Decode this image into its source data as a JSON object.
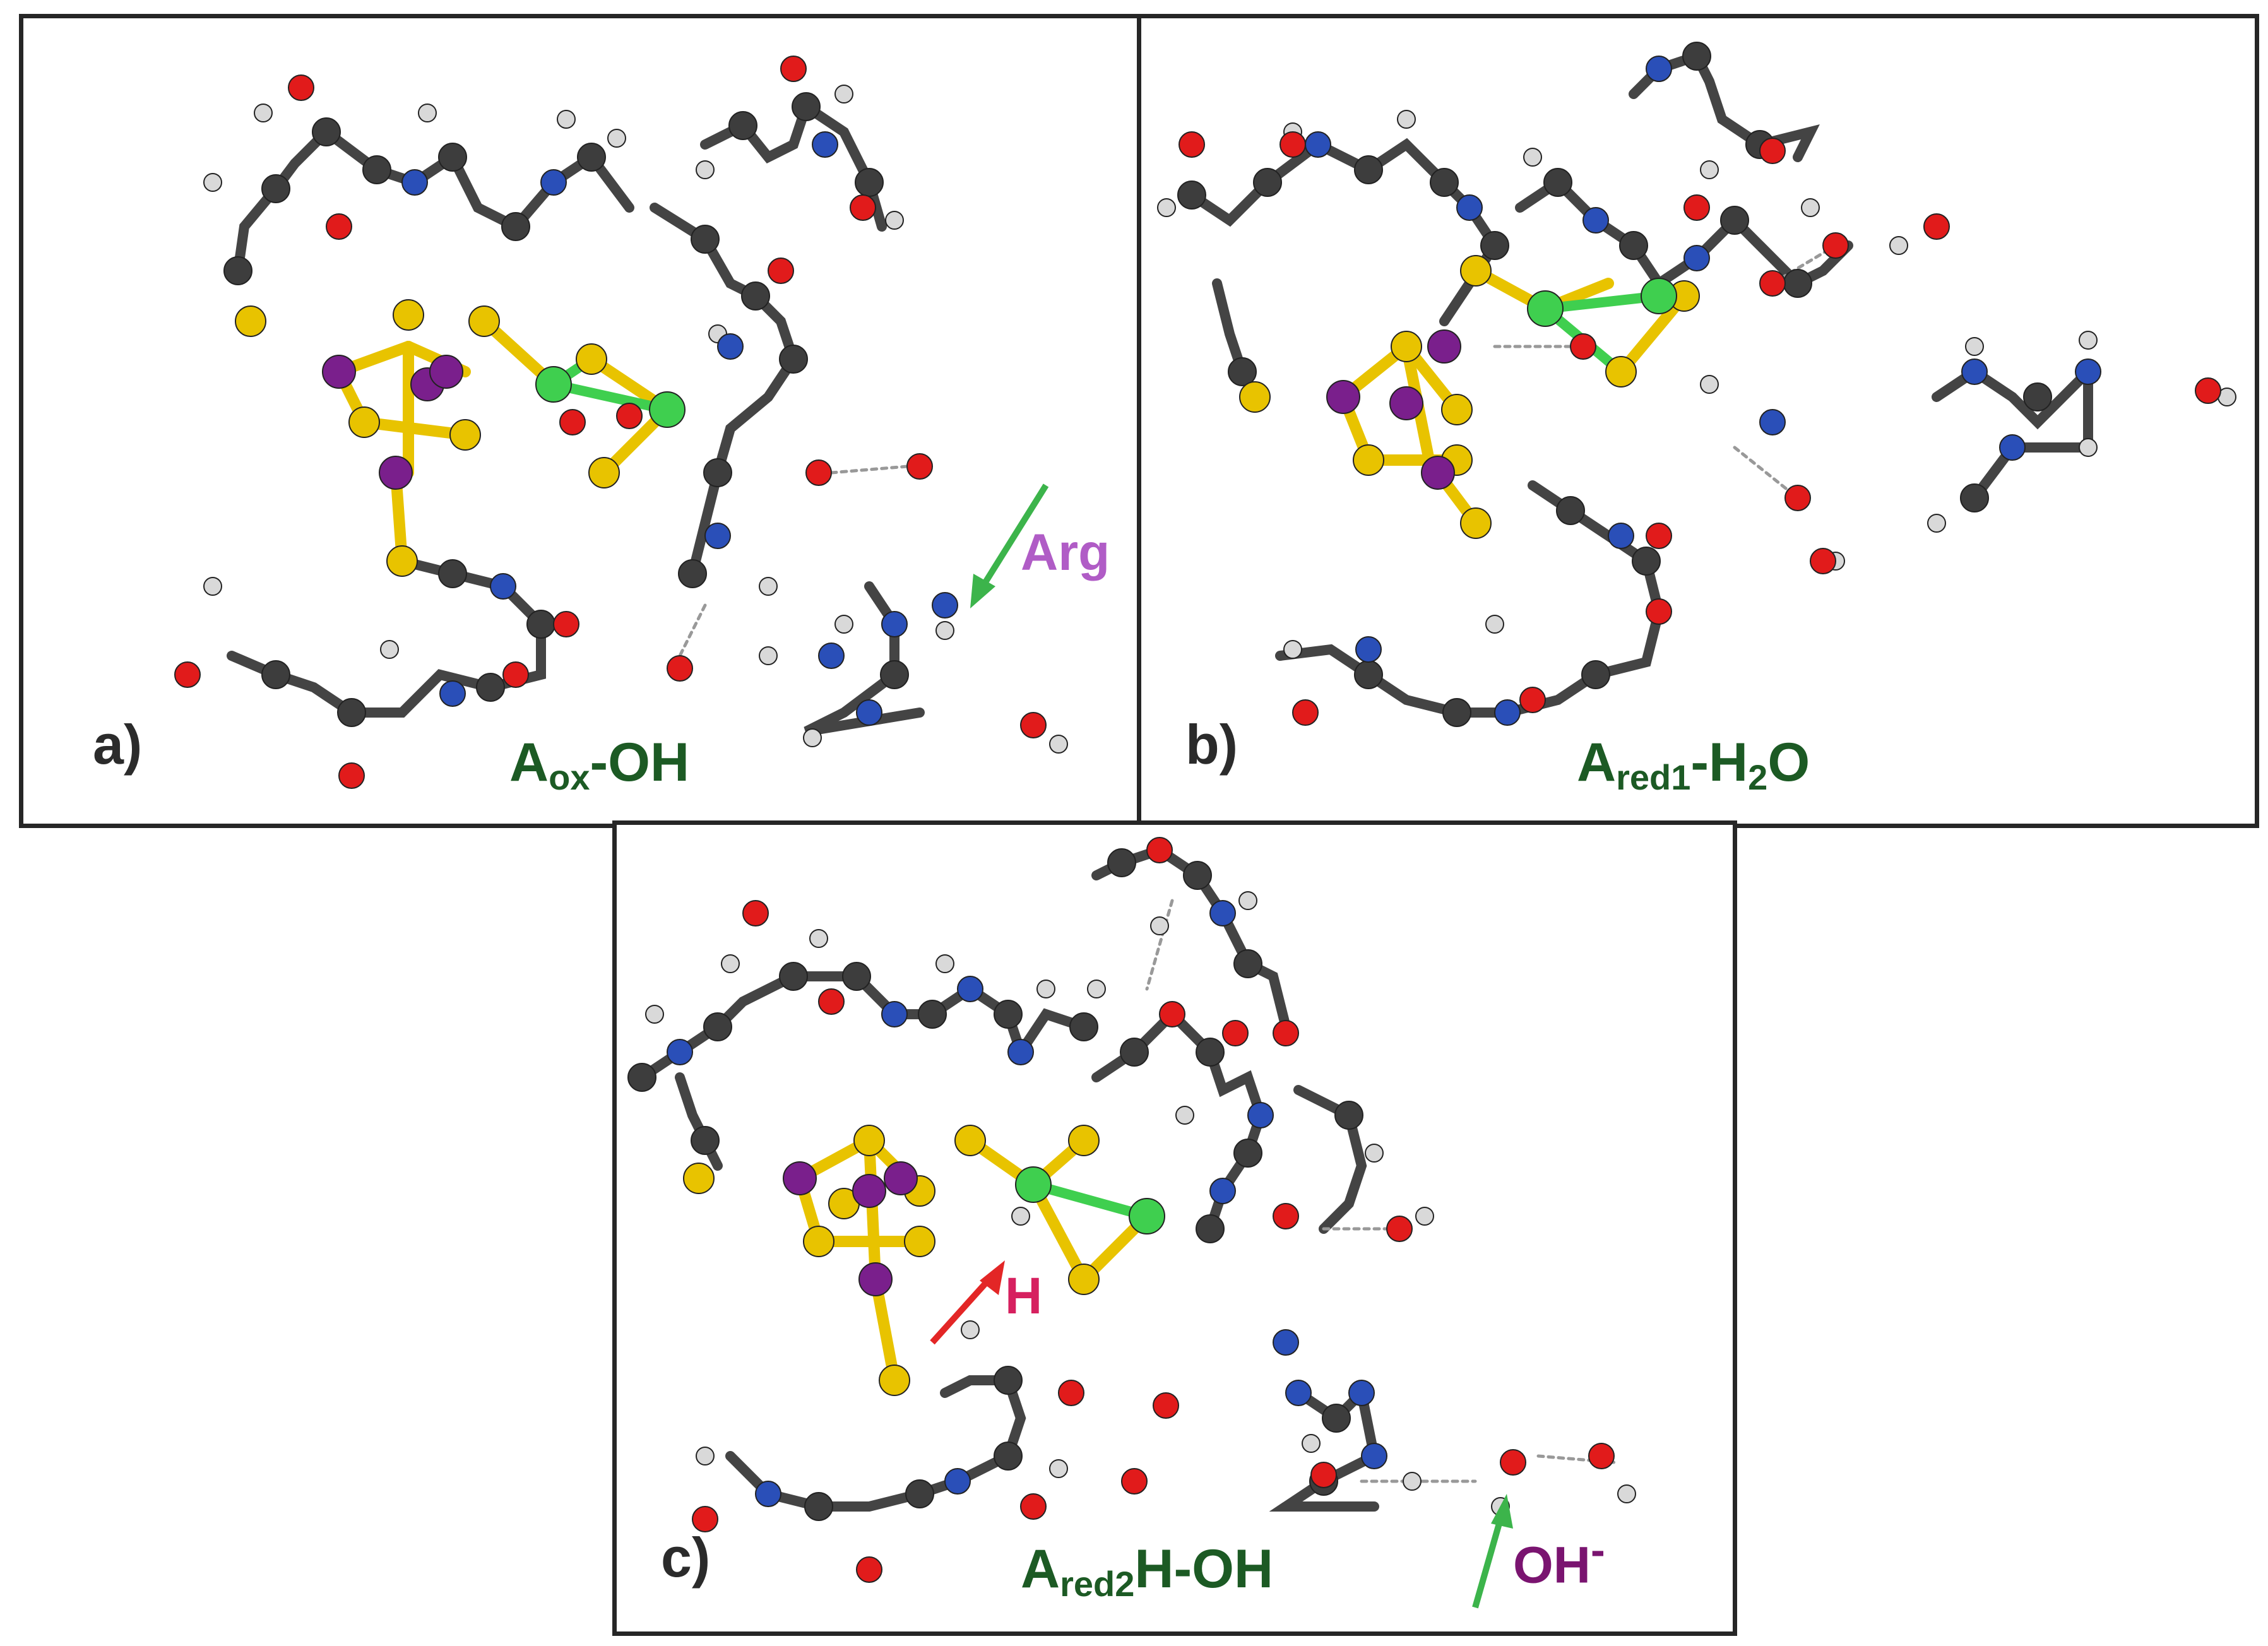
{
  "panels": {
    "a": {
      "label": "a)",
      "title_main": "A",
      "title_sub": "ox",
      "title_rest": "-OH",
      "annotation": "Arg"
    },
    "b": {
      "label": "b)",
      "title_main": "A",
      "title_sub": "red1",
      "title_mid": "-H",
      "title_sub2": "2",
      "title_rest": "O"
    },
    "c": {
      "label": "c)",
      "title_main": "A",
      "title_sub": "red2",
      "title_rest": "H-OH",
      "annotation_h": "H",
      "annotation_oh": "OH",
      "annotation_oh_sup": "-"
    }
  },
  "colors": {
    "carbon": "#3d3d3d",
    "hydrogen": "#d9d9d9",
    "oxygen": "#e11b1b",
    "nitrogen": "#2a4fb8",
    "sulfur": "#e8c300",
    "iron": "#7a1f8c",
    "nickel": "#3fcf4f",
    "title": "#1c5a24",
    "arrow_green": "#3cb44b",
    "arrow_red": "#e32626",
    "arg_label": "#b05cc6",
    "h_label": "#d6205f",
    "oh_label": "#7a1470"
  }
}
